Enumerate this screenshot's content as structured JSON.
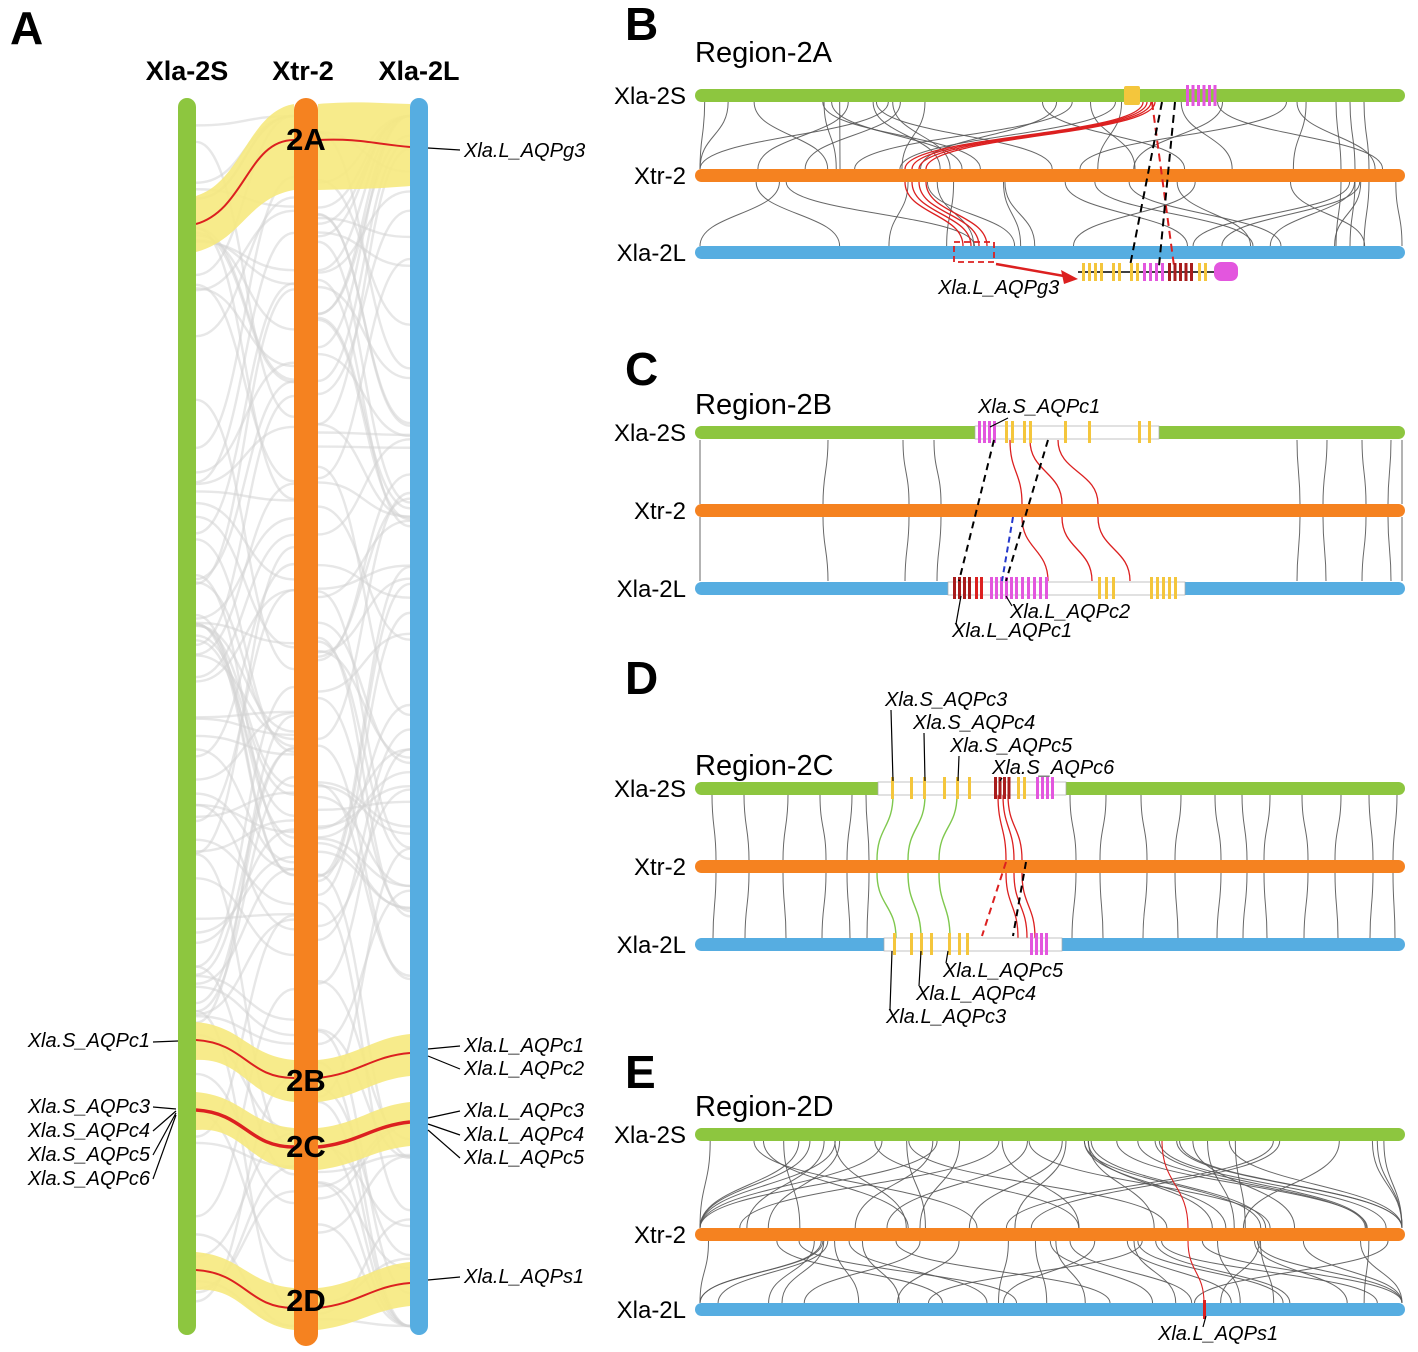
{
  "colors": {
    "green": "#8dc63f",
    "orange": "#f58220",
    "blue": "#56ade1",
    "yellow_band": "#f6e97e",
    "red": "#dc2020",
    "dark_red": "#a81c1c",
    "magenta": "#e356de",
    "gold": "#f4c63c",
    "green_curve": "#7fc84e",
    "blue_dash": "#2438cc",
    "gray_curve": "#575757",
    "gray_ribbon": "#d4d4d4"
  },
  "panelA": {
    "label": "A",
    "columns": [
      "Xla-2S",
      "Xtr-2",
      "Xla-2L"
    ],
    "regions": [
      "2A",
      "2B",
      "2C",
      "2D"
    ],
    "left_genes": [
      "Xla.S_AQPc1",
      "Xla.S_AQPc3",
      "Xla.S_AQPc4",
      "Xla.S_AQPc5",
      "Xla.S_AQPc6"
    ],
    "right_genes": [
      "Xla.L_AQPg3",
      "Xla.L_AQPc1",
      "Xla.L_AQPc2",
      "Xla.L_AQPc3",
      "Xla.L_AQPc4",
      "Xla.L_AQPc5",
      "Xla.L_AQPs1"
    ]
  },
  "panelB": {
    "label": "B",
    "title": "Region-2A",
    "rows": [
      "Xla-2S",
      "Xtr-2",
      "Xla-2L"
    ],
    "gene_label": "Xla.L_AQPg3"
  },
  "panelC": {
    "label": "C",
    "title": "Region-2B",
    "rows": [
      "Xla-2S",
      "Xtr-2",
      "Xla-2L"
    ],
    "top_gene": "Xla.S_AQPc1",
    "bottom_gene_1": "Xla.L_AQPc2",
    "bottom_gene_2": "Xla.L_AQPc1"
  },
  "panelD": {
    "label": "D",
    "title": "Region-2C",
    "rows": [
      "Xla-2S",
      "Xtr-2",
      "Xla-2L"
    ],
    "top_genes": [
      "Xla.S_AQPc3",
      "Xla.S_AQPc4",
      "Xla.S_AQPc5",
      "Xla.S_AQPc6"
    ],
    "bottom_genes": [
      "Xla.L_AQPc5",
      "Xla.L_AQPc4",
      "Xla.L_AQPc3"
    ]
  },
  "panelE": {
    "label": "E",
    "title": "Region-2D",
    "rows": [
      "Xla-2S",
      "Xtr-2",
      "Xla-2L"
    ],
    "gene_label": "Xla.L_AQPs1"
  }
}
